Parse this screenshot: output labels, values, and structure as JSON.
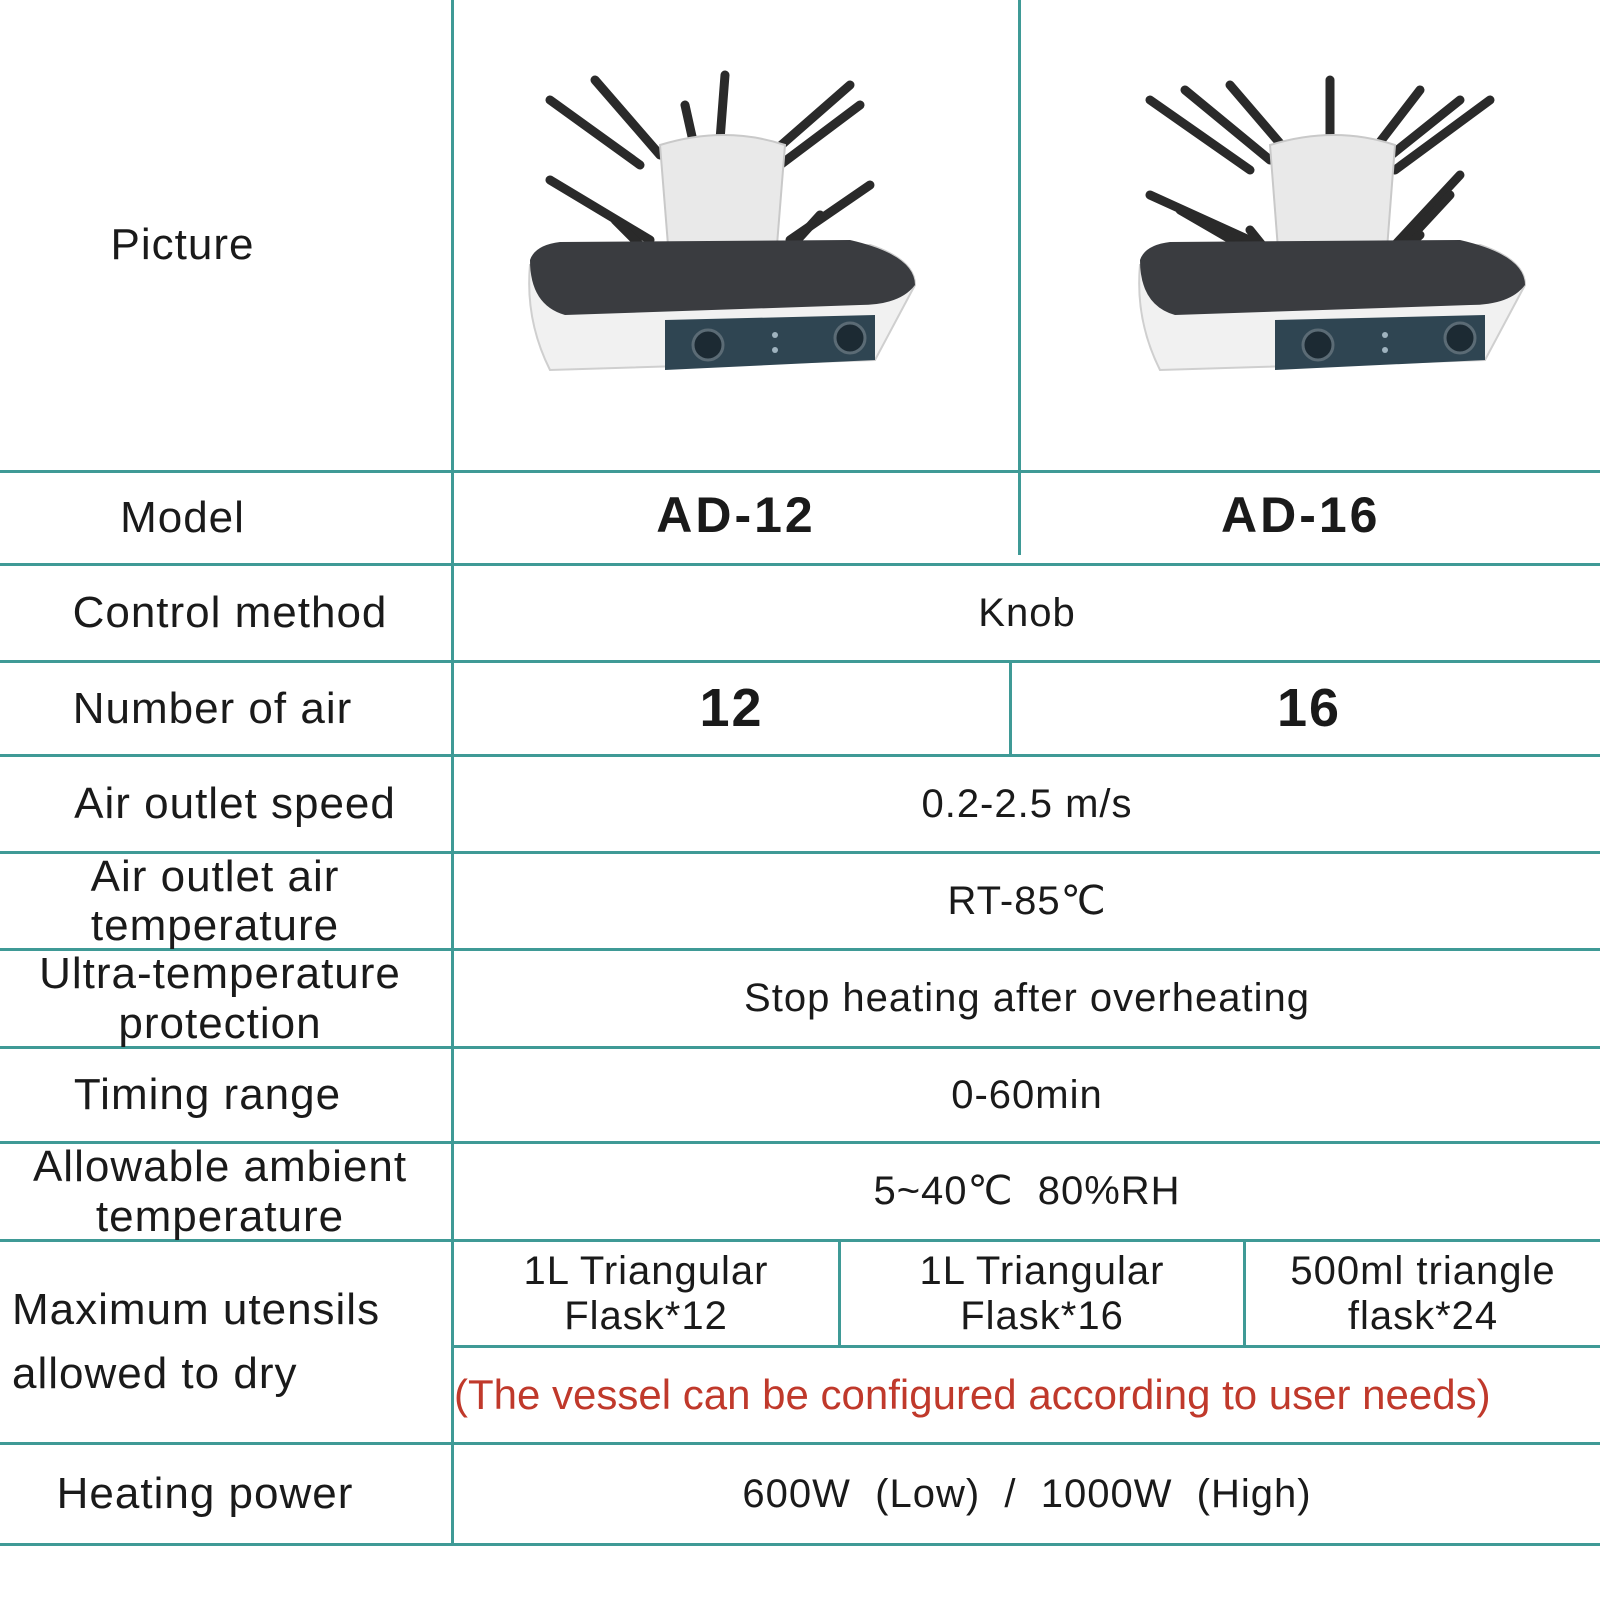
{
  "labels": {
    "picture": "Picture",
    "model": "Model",
    "control_method": "Control method",
    "number_of_air": "Number of air",
    "air_outlet_speed": "Air outlet speed",
    "air_outlet_temp_l1": "Air outlet air",
    "air_outlet_temp_l2": "temperature",
    "ultra_temp_l1": "Ultra-temperature",
    "ultra_temp_l2": "protection",
    "timing_range": "Timing range",
    "ambient_l1": "Allowable ambient",
    "ambient_l2": "temperature",
    "max_utensils_l1": "Maximum utensils",
    "max_utensils_l2": "allowed to dry",
    "heating_power": "Heating power"
  },
  "models": [
    "AD-12",
    "AD-16"
  ],
  "values": {
    "control_method": "Knob",
    "air_count_ad12": "12",
    "air_count_ad16": "16",
    "air_outlet_speed": "0.2-2.5 m/s",
    "air_outlet_temp": "RT-85℃",
    "ultra_temp": "Stop heating after overheating",
    "timing_range": "0-60min",
    "ambient": "5~40℃  80%RH",
    "utensil_1_l1": "1L Triangular",
    "utensil_1_l2": "Flask*12",
    "utensil_2_l1": "1L Triangular",
    "utensil_2_l2": "Flask*16",
    "utensil_3_l1": "500ml triangle",
    "utensil_3_l2": "flask*24",
    "vessel_note": "(The vessel can be configured according to user needs)",
    "heating_power": "600W  (Low)  /  1000W  (High)"
  },
  "colors": {
    "grid": "#3f9a96",
    "note_red": "#c0392b",
    "device_top": "#3a3c40",
    "device_panel": "#2f4552"
  }
}
